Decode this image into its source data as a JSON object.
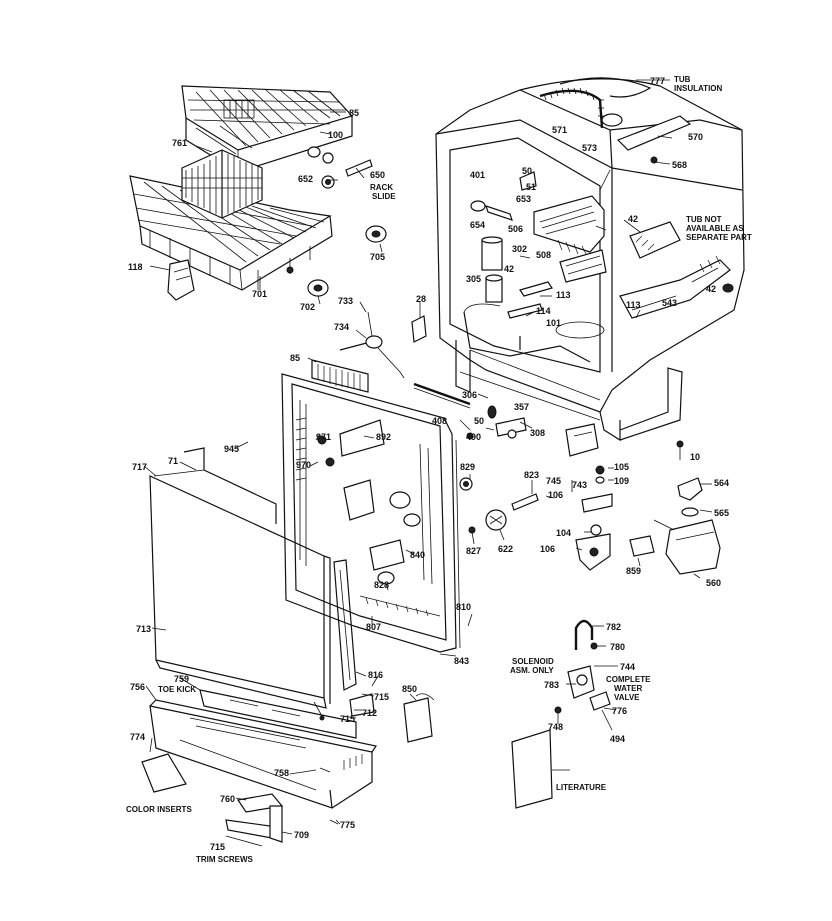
{
  "part_numbers": {
    "n777": "777",
    "n85a": "85",
    "n100": "100",
    "n761": "761",
    "n650": "650",
    "n652": "652",
    "n118": "118",
    "n705": "705",
    "n701": "701",
    "n702": "702",
    "n733": "733",
    "n734": "734",
    "n28": "28",
    "n85b": "85",
    "n571": "571",
    "n573": "573",
    "n570": "570",
    "n568": "568",
    "n50a": "50",
    "n51": "51",
    "n401": "401",
    "n653": "653",
    "n654": "654",
    "n506": "506",
    "n302": "302",
    "n508": "508",
    "n42a": "42",
    "n305": "305",
    "n42b": "42",
    "n113a": "113",
    "n114": "114",
    "n101": "101",
    "n42c": "42",
    "n113b": "113",
    "n543": "543",
    "n306": "306",
    "n357": "357",
    "n50b": "50",
    "n308": "308",
    "n408": "408",
    "n490": "490",
    "n945": "945",
    "n971": "971",
    "n892": "892",
    "n970": "970",
    "n717": "717",
    "n71": "71",
    "n829": "829",
    "n823": "823",
    "n745": "745",
    "n743": "743",
    "n105": "105",
    "n109": "109",
    "n10": "10",
    "n564": "564",
    "n565": "565",
    "n106a": "106",
    "n104": "104",
    "n106b": "106",
    "n859": "859",
    "n560": "560",
    "n622": "622",
    "n827": "827",
    "n840": "840",
    "n828": "828",
    "n810": "810",
    "n807": "807",
    "n713": "713",
    "n843": "843",
    "n782": "782",
    "n780": "780",
    "n744": "744",
    "n783": "783",
    "n776": "776",
    "n748": "748",
    "n494": "494",
    "n759": "759",
    "n756": "756",
    "n816": "816",
    "n715a": "715",
    "n715b": "715",
    "n712": "712",
    "n850": "850",
    "n774": "774",
    "n758": "758",
    "n760": "760",
    "n775": "775",
    "n709": "709",
    "n715c": "715"
  },
  "captions": {
    "tub_insulation_1": "TUB",
    "tub_insulation_2": "INSULATION",
    "rack_slide_1": "RACK",
    "rack_slide_2": "SLIDE",
    "tub_not_1": "TUB NOT",
    "tub_not_2": "AVAILABLE AS",
    "tub_not_3": "SEPARATE PART",
    "toe_kick": "TOE KICK",
    "solenoid_1": "SOLENOID",
    "solenoid_2": "ASM. ONLY",
    "complete_1": "COMPLETE",
    "complete_2": "WATER",
    "complete_3": "VALVE",
    "literature": "LITERATURE",
    "color_inserts": "COLOR INSERTS",
    "trim_screws": "TRIM SCREWS"
  }
}
